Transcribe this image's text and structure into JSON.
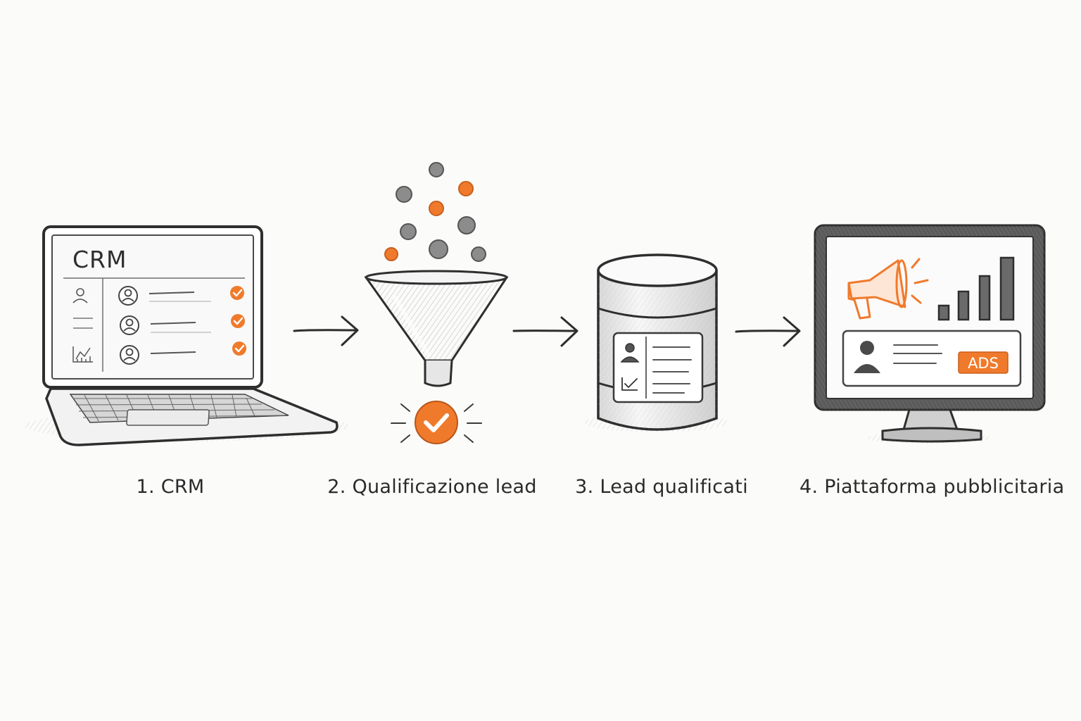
{
  "colors": {
    "accent": "#f07a2c",
    "ink": "#2e2e2e",
    "pencil": "#6f6f6f",
    "gray_ball": "#8c8c8c",
    "background": "#fbfbfa"
  },
  "steps": [
    {
      "label": "1. CRM",
      "icon": "laptop-icon",
      "screen_title": "CRM",
      "row_icons": [
        "user-icon",
        "user-icon",
        "user-icon"
      ],
      "row_status_icons": [
        "check-icon",
        "check-icon",
        "check-icon"
      ]
    },
    {
      "label": "2. Qualificazione lead",
      "icon": "funnel-icon",
      "result_icon": "check-icon"
    },
    {
      "label": "3. Lead qualificati",
      "icon": "database-icon",
      "card_icons": [
        "user-icon",
        "checkbox-icon"
      ]
    },
    {
      "label": "4. Piattaforma pubblicitaria",
      "icon": "monitor-icon",
      "megaphone_icon": "megaphone-icon",
      "chart_icon": "bar-chart-icon",
      "badge": "ADS"
    }
  ],
  "arrows": [
    "arrow-right-icon",
    "arrow-right-icon",
    "arrow-right-icon"
  ]
}
